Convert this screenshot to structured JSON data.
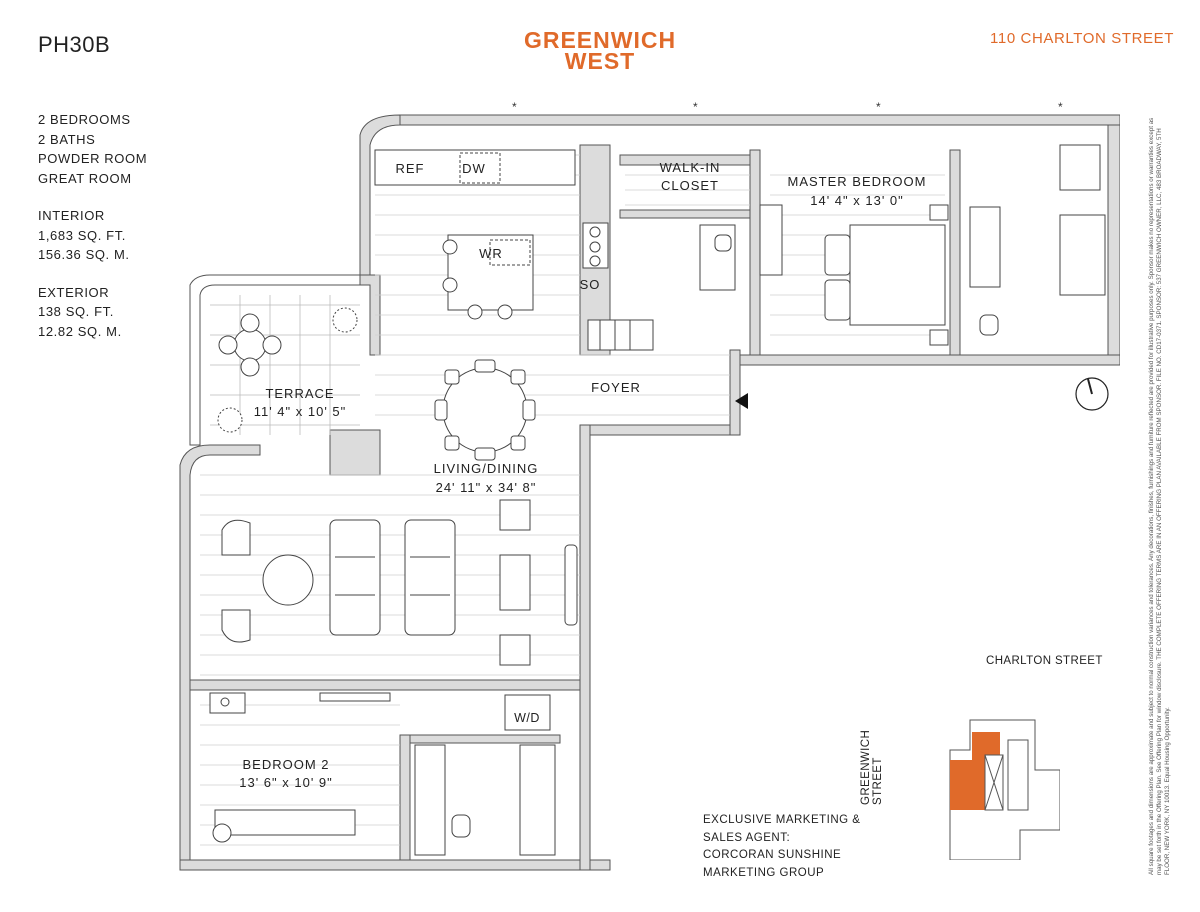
{
  "unit": "PH30B",
  "logo": {
    "line1": "GREENWICH",
    "line2": "WEST"
  },
  "address": "110 CHARLTON STREET",
  "stats": [
    "2 BEDROOMS",
    "2 BATHS",
    "POWDER ROOM",
    "GREAT ROOM"
  ],
  "interior": {
    "label": "INTERIOR",
    "sqft": "1,683 SQ. FT.",
    "sqm": "156.36 SQ. M."
  },
  "exterior": {
    "label": "EXTERIOR",
    "sqft": "138 SQ. FT.",
    "sqm": "12.82 SQ. M."
  },
  "rooms": {
    "ref": "REF",
    "dw": "DW",
    "wr": "WR",
    "so": "SO",
    "walkin_1": "WALK-IN",
    "walkin_2": "CLOSET",
    "master": "MASTER BEDROOM",
    "master_dim": "14' 4\" x 13' 0\"",
    "terrace": "TERRACE",
    "terrace_dim": "11' 4\" x 10' 5\"",
    "foyer": "FOYER",
    "living": "LIVING/DINING",
    "living_dim": "24' 11\" x 34' 8\"",
    "bedroom2": "BEDROOM 2",
    "bedroom2_dim": "13' 6\" x 10' 9\"",
    "wd": "W/D"
  },
  "streets": {
    "horizontal": "CHARLTON STREET",
    "vertical": "GREENWICH STREET"
  },
  "agent": [
    "EXCLUSIVE MARKETING &",
    "SALES AGENT:",
    "CORCORAN SUNSHINE",
    "MARKETING GROUP"
  ],
  "legal": "All square footages and dimensions are approximate and subject to normal construction variances and tolerances. Any decorations, finishes, furnishings and furniture reflected are provided for illustrative purposes only. Sponsor makes no representations or warranties except as may be set forth in the Offering Plan. See Offering Plan for window disclosure. THE COMPLETE OFFERING TERMS ARE IN AN OFFERING PLAN AVAILABLE FROM SPONSOR. FILE NO. CD17-0371. SPONSOR: 537 GREENWICH OWNER, LLC, 483 BROADWAY, 5TH FLOOR, NEW YORK, NY 10013. Equal Housing Opportunity.",
  "colors": {
    "brand": "#e06a2a",
    "wall": "#d9d9d9",
    "ink": "#222222"
  }
}
